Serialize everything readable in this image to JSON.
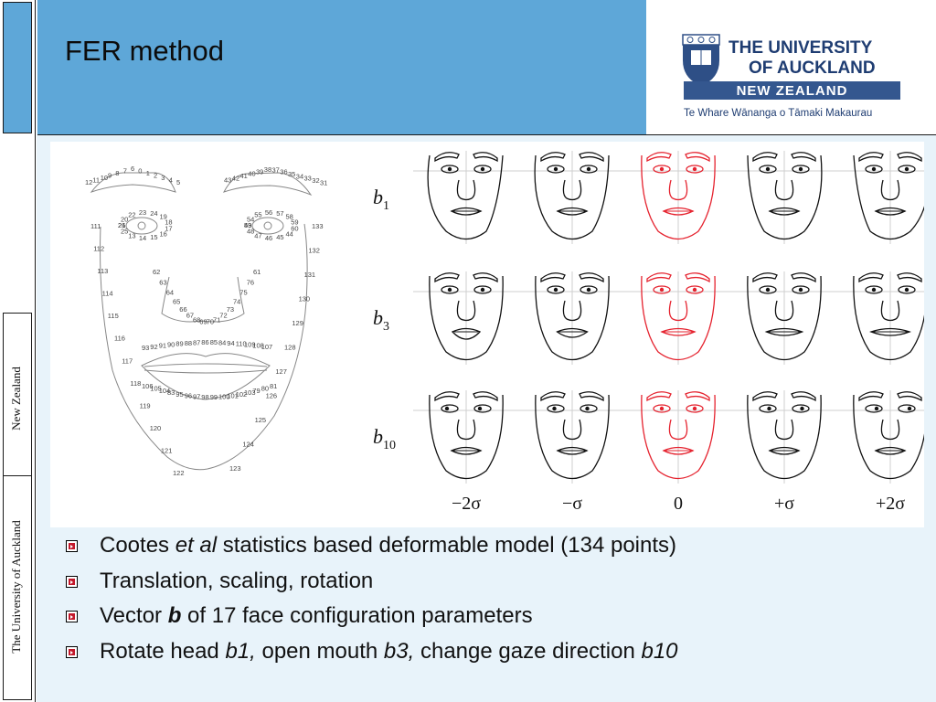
{
  "slide": {
    "title": "FER method"
  },
  "sidebar": {
    "country": "New Zealand",
    "university": "The University of Auckland"
  },
  "logo": {
    "line1": "THE UNIVERSITY",
    "line2": "OF AUCKLAND",
    "banner": "NEW ZEALAND",
    "tagline": "Te Whare Wānanga o Tāmaki Makaurau",
    "banner_color": "#34578f",
    "text_color": "#1f3d72"
  },
  "figure": {
    "row_labels": [
      "b",
      "b",
      "b"
    ],
    "row_subscripts": [
      "1",
      "3",
      "10"
    ],
    "column_labels": [
      "−2σ",
      "−σ",
      "0",
      "+σ",
      "+2σ"
    ],
    "mean_face_color": "#e5222e",
    "eyebrow_left_numbers": [
      "12",
      "11",
      "10",
      "9",
      "8",
      "7",
      "6",
      "0",
      "1",
      "2",
      "3",
      "4",
      "5"
    ],
    "eyebrow_right_numbers": [
      "43",
      "42",
      "41",
      "40",
      "39",
      "38",
      "37",
      "36",
      "35",
      "34",
      "33",
      "32",
      "31"
    ],
    "eye_left_numbers": [
      "21",
      "20",
      "22",
      "23",
      "24",
      "19",
      "18",
      "17",
      "16",
      "15",
      "14",
      "13",
      "25",
      "26"
    ],
    "eye_right_numbers": [
      "53",
      "54",
      "55",
      "56",
      "57",
      "58",
      "59",
      "60",
      "44",
      "45",
      "46",
      "47",
      "48",
      "49"
    ],
    "nose_numbers": [
      "62",
      "63",
      "64",
      "65",
      "66",
      "67",
      "68",
      "69",
      "70",
      "71",
      "72",
      "73",
      "74",
      "75",
      "76",
      "61"
    ],
    "mouth_numbers": [
      "93",
      "92",
      "91",
      "90",
      "89",
      "88",
      "87",
      "86",
      "85",
      "84",
      "94",
      "110",
      "109",
      "108",
      "107",
      "106",
      "105",
      "104",
      "83",
      "95",
      "96",
      "97",
      "98",
      "99",
      "100",
      "101",
      "102",
      "103",
      "79",
      "80",
      "81"
    ],
    "contour_left_numbers": [
      "111",
      "112",
      "113",
      "114",
      "115",
      "116",
      "117",
      "118",
      "119",
      "120",
      "121",
      "122"
    ],
    "contour_right_numbers": [
      "133",
      "132",
      "131",
      "130",
      "129",
      "128",
      "127",
      "126",
      "125",
      "124",
      "123"
    ]
  },
  "bullets": [
    {
      "parts": [
        {
          "t": "Cootes "
        },
        {
          "t": "et al",
          "s": "em"
        },
        {
          "t": " statistics based deformable model (134 points)"
        }
      ]
    },
    {
      "parts": [
        {
          "t": "Translation, scaling, rotation"
        }
      ]
    },
    {
      "parts": [
        {
          "t": "Vector "
        },
        {
          "t": "b",
          "s": "strong-em"
        },
        {
          "t": " of 17 face configuration parameters"
        }
      ]
    },
    {
      "parts": [
        {
          "t": "Rotate head "
        },
        {
          "t": "b1,",
          "s": "em"
        },
        {
          "t": " open mouth "
        },
        {
          "t": "b3,",
          "s": "em"
        },
        {
          "t": " change gaze direction "
        },
        {
          "t": "b10",
          "s": "em"
        }
      ]
    }
  ]
}
